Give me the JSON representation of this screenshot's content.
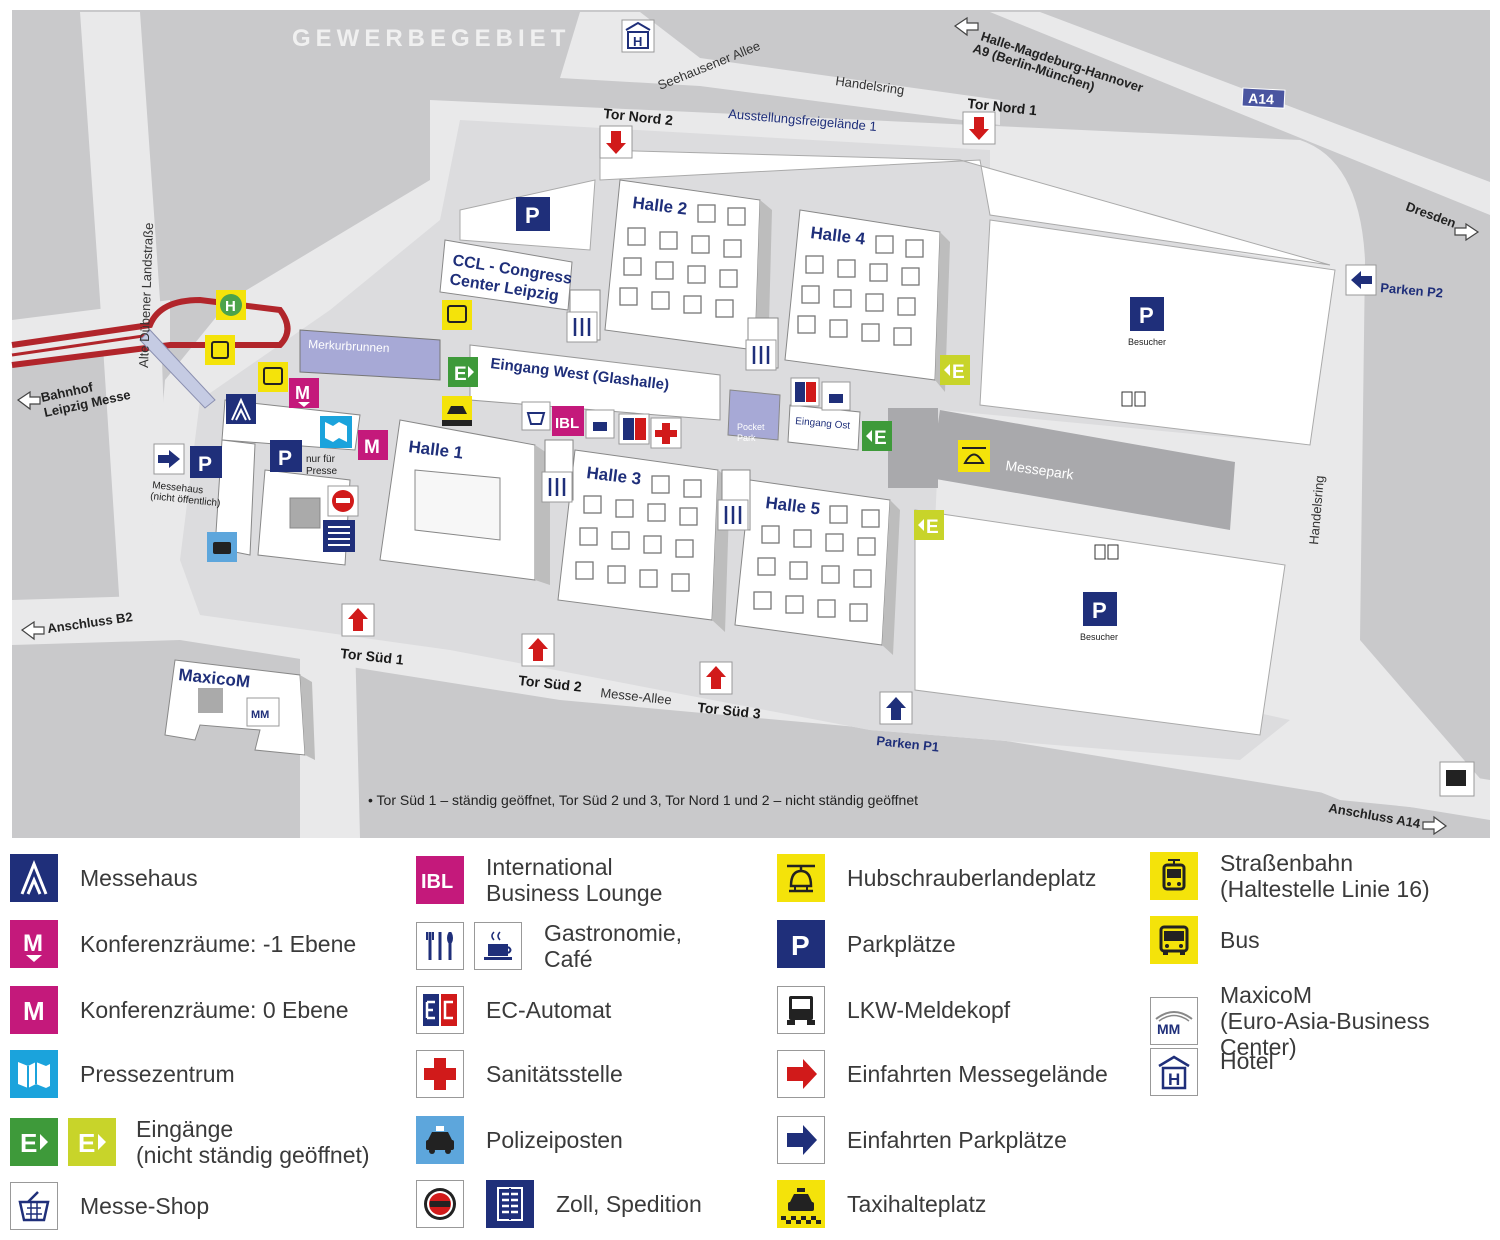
{
  "colors": {
    "background": "#c9c9cb",
    "road": "#e9e9ea",
    "building": "#ffffff",
    "blue": "#1f2f7a",
    "green": "#3e9a3a",
    "lime": "#c8d42a",
    "magenta": "#c4197b",
    "red": "#d11a1a",
    "yellow": "#f4e30a",
    "cyan": "#1ba3dc",
    "lightblue": "#5da6dc"
  },
  "map": {
    "areas": {
      "gewerbegebiet": "GEWERBEGEBIET",
      "messepark": "Messepark",
      "merkurbrunnen": "Merkurbrunnen"
    },
    "roads": {
      "seehausener": "Seehausener Allee",
      "handelsring_top": "Handelsring",
      "handelsring_right": "Handelsring",
      "alte_duebener": "Alte Dübener Landstraße",
      "messe_allee": "Messe-Allee",
      "ausstellung": "Ausstellungsfreigelände 1",
      "a14": "A14"
    },
    "directions": {
      "halle_line1": "Halle-Magdeburg-Hannover",
      "halle_line2": "A9 (Berlin-München)",
      "dresden": "Dresden",
      "parken_p2": "Parken P2",
      "bahnhof_line1": "Bahnhof",
      "bahnhof_line2": "Leipzig Messe",
      "anschluss_b2": "Anschluss B2",
      "anschluss_a14": "Anschluss A14",
      "parken_p1": "Parken P1"
    },
    "gates": {
      "tor_nord_1": "Tor Nord 1",
      "tor_nord_2": "Tor Nord 2",
      "tor_sued_1": "Tor Süd 1",
      "tor_sued_2": "Tor Süd 2",
      "tor_sued_3": "Tor Süd 3"
    },
    "halls": {
      "halle1": "Halle 1",
      "halle2": "Halle 2",
      "halle3": "Halle 3",
      "halle4": "Halle 4",
      "halle5": "Halle 5"
    },
    "buildings": {
      "ccl_line1": "CCL - Congress",
      "ccl_line2": "Center Leipzig",
      "eingang_west": "Eingang West (Glashalle)",
      "eingang_ost": "Eingang Ost",
      "maxicom": "MaxicoM",
      "messehaus_line1": "Messehaus",
      "messehaus_line2": "(nicht öffentlich)",
      "nur_presse_line1": "nur für",
      "nur_presse_line2": "Presse",
      "pocket_line1": "Pocket",
      "pocket_line2": "Park",
      "besucher_p2": "Besucher",
      "besucher_p1": "Besucher"
    },
    "icon_letters": {
      "parking": "P",
      "entrance": "E",
      "m": "M",
      "h": "H",
      "ibl": "IBL",
      "mm": "MM"
    },
    "note": "• Tor Süd 1 – ständig geöffnet, Tor Süd 2 und 3, Tor Nord 1 und 2 – nicht ständig geöffnet"
  },
  "legend": {
    "messehaus": "Messehaus",
    "konf_minus1": "Konferenzräume: -1 Ebene",
    "konf_0": "Konferenzräume: 0 Ebene",
    "pressezentrum": "Pressezentrum",
    "eingaenge_line1": "Eingänge",
    "eingaenge_line2": "(nicht ständig geöffnet)",
    "messe_shop": "Messe-Shop",
    "ibl_line1": "International",
    "ibl_line2": "Business Lounge",
    "gastro_line1": "Gastronomie,",
    "gastro_line2": "Café",
    "ec": "EC-Automat",
    "sani": "Sanitätsstelle",
    "polizei": "Polizeiposten",
    "zoll": "Zoll, Spedition",
    "hubschrauber": "Hubschrauberlandeplatz",
    "parkplaetze": "Parkplätze",
    "lkw": "LKW-Meldekopf",
    "einfahrten_messe": "Einfahrten Messegelände",
    "einfahrten_park": "Einfahrten Parkplätze",
    "taxi": "Taxihalteplatz",
    "strassenbahn_line1": "Straßenbahn",
    "strassenbahn_line2": "(Haltestelle Linie 16)",
    "bus": "Bus",
    "maxicom_line1": "MaxicoM",
    "maxicom_line2": "(Euro-Asia-Business Center)",
    "hotel": "Hotel",
    "icon_letters": {
      "m": "M",
      "e": "E",
      "ibl": "IBL",
      "p": "P",
      "mm": "MM",
      "h": "H"
    }
  }
}
